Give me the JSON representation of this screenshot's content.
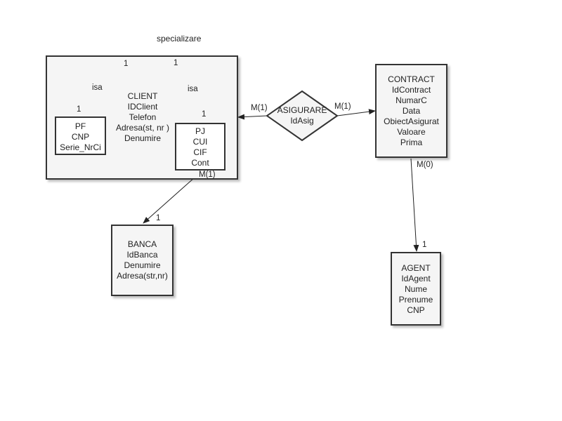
{
  "diagram": {
    "specializare_label": "specializare",
    "client": {
      "lines": [
        "CLIENT",
        "IDClient",
        "Telefon",
        "Adresa(st, nr )",
        "Denumire"
      ]
    },
    "pf": {
      "lines": [
        "PF",
        "CNP",
        "Serie_NrCi"
      ]
    },
    "pj": {
      "lines": [
        "PJ",
        "CUI",
        "CIF",
        "Cont"
      ]
    },
    "banca": {
      "lines": [
        "BANCA",
        "IdBanca",
        "Denumire",
        "Adresa(str,nr)"
      ]
    },
    "contract": {
      "lines": [
        "CONTRACT",
        "IdContract",
        "NumarC",
        "Data",
        "ObiectAsigurat",
        "Valoare",
        "Prima"
      ]
    },
    "agent": {
      "lines": [
        "AGENT",
        "IdAgent",
        "Nume",
        "Prenume",
        "CNP"
      ]
    },
    "asigurare": {
      "lines": [
        "ASIGURARE",
        "IdAsig"
      ]
    },
    "labels": {
      "isa_left": "isa",
      "isa_right": "isa",
      "card_top_left": "1",
      "card_top_right": "1",
      "card_pf": "1",
      "card_pj": "1",
      "card_client_asig": "M(1)",
      "card_asig_contract": "M(1)",
      "card_contract_agent": "M(0)",
      "card_agent": "1",
      "card_pj_banca": "M(1)",
      "card_banca": "1"
    },
    "colors": {
      "stroke": "#333333",
      "fill": "#f5f5f5",
      "inner_fill": "#ffffff"
    }
  }
}
